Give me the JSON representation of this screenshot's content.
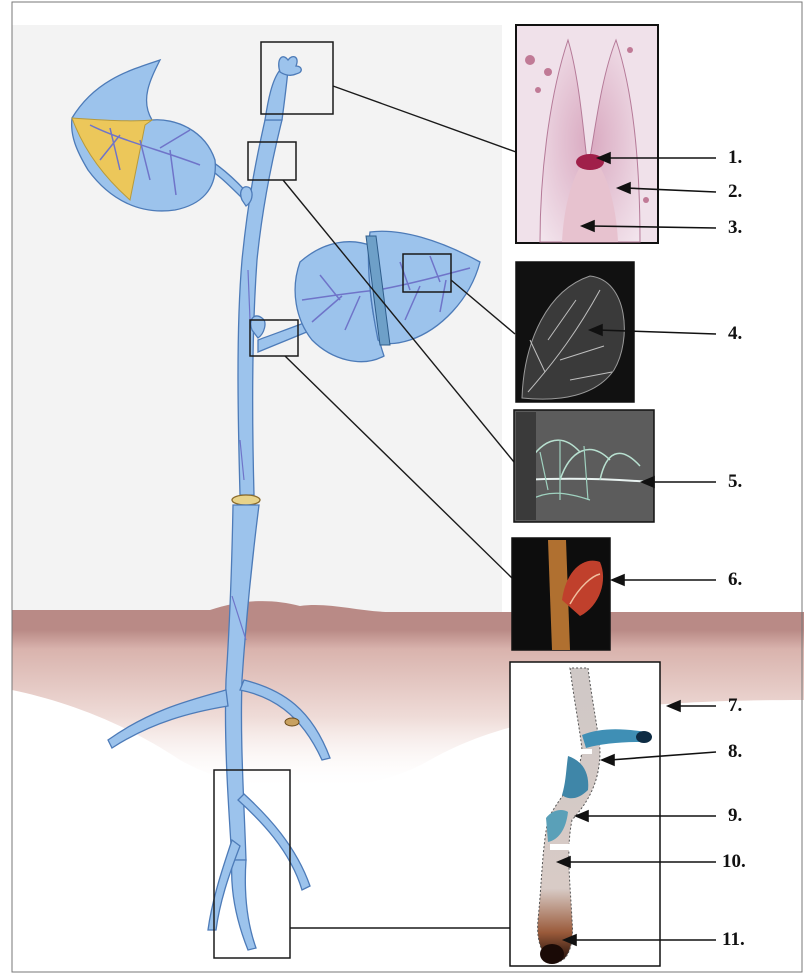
{
  "figure": {
    "labels": [
      "1.",
      "2.",
      "3.",
      "4.",
      "5.",
      "6.",
      "7.",
      "8.",
      "9.",
      "10.",
      "11."
    ]
  },
  "colors": {
    "plant_fill": "#9cc3ec",
    "plant_stroke": "#4d7bb8",
    "vein": "#6f74c9",
    "yellow_sector": "#ecc75a",
    "soil": "#c99a92",
    "frame": "#1a1a1a"
  },
  "insets": [
    {
      "name": "shoot-apex-section"
    },
    {
      "name": "leaf-venation"
    },
    {
      "name": "stem-vasculature"
    },
    {
      "name": "axillary-bud"
    },
    {
      "name": "root-stained"
    }
  ]
}
